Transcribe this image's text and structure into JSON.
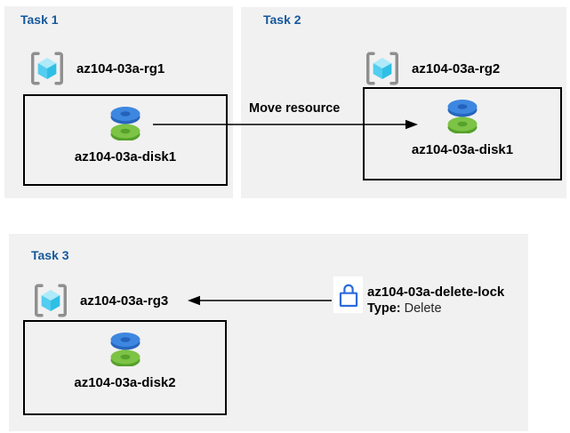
{
  "colors": {
    "canvas_bg": "#ffffff",
    "panel_bg": "#f1f1f1",
    "task_title_blue": "#15599c",
    "box_border": "#000000",
    "arrow_black": "#000000",
    "lock_blue": "#2b6bdd",
    "disk_blue_top": "#3e87e0",
    "disk_blue_side": "#2766bf",
    "disk_green_top": "#7dc345",
    "disk_green_side": "#55a12b",
    "rg_bracket_gray": "#8f8f8f",
    "rg_cube_top": "#aeeafa",
    "rg_cube_left": "#53cdf0",
    "rg_cube_right": "#2fbfe4"
  },
  "tasks": [
    {
      "title": "Task 1",
      "resource_group": "az104-03a-rg1",
      "resource": "az104-03a-disk1"
    },
    {
      "title": "Task 2",
      "resource_group": "az104-03a-rg2",
      "resource": "az104-03a-disk1"
    },
    {
      "title": "Task 3",
      "resource_group": "az104-03a-rg3",
      "resource": "az104-03a-disk2"
    }
  ],
  "move_arrow": {
    "label": "Move resource"
  },
  "delete_lock": {
    "name": "az104-03a-delete-lock",
    "type_label": "Type:",
    "type_value": "Delete"
  },
  "icons": {
    "resource_group": "resource-group-icon",
    "disk": "disk-icon",
    "lock": "lock-icon"
  }
}
